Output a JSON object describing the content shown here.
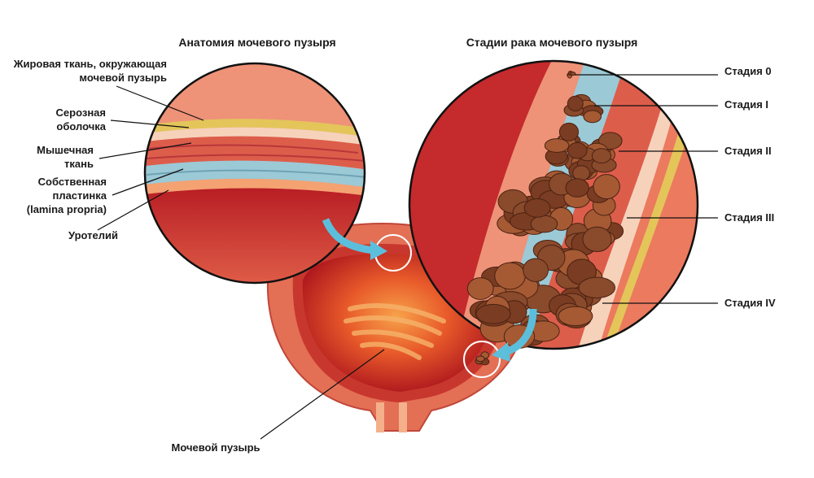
{
  "titles": {
    "anatomy": "Анатомия мочевого пузыря",
    "stages": "Стадии рака мочевого пузыря"
  },
  "layers": {
    "fat_line1": "Жировая ткань, окружающая",
    "fat_line2": "мочевой пузырь",
    "serosa_line1": "Серозная",
    "serosa_line2": "оболочка",
    "muscle_line1": "Мышечная",
    "muscle_line2": "ткань",
    "lamina_line1": "Собственная",
    "lamina_line2": "пластинка",
    "lamina_line3": "(lamina propria)",
    "urothelium": "Уротелий"
  },
  "bladder_label": "Мочевой пузырь",
  "stages": [
    "Стадия 0",
    "Стадия I",
    "Стадия II",
    "Стадия III",
    "Стадия IV"
  ],
  "colors": {
    "outline": "#111111",
    "arrow": "#5bbfdc",
    "tumor": "#8a4a2c",
    "muscle": "#e0604c",
    "lamina": "#9cc9d6",
    "fat": "#e3c55a"
  }
}
